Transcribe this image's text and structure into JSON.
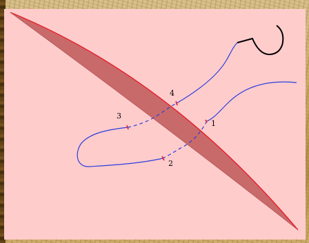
{
  "colors": {
    "background": "#ffcccc",
    "surface_fill": "#c96a6a",
    "surface_edge": "#e8202a",
    "curve": "#2a3cdc",
    "marker": "#e02020",
    "hook": "#000000"
  },
  "labels": {
    "one": "1",
    "two": "2",
    "three": "3",
    "four": "4"
  }
}
